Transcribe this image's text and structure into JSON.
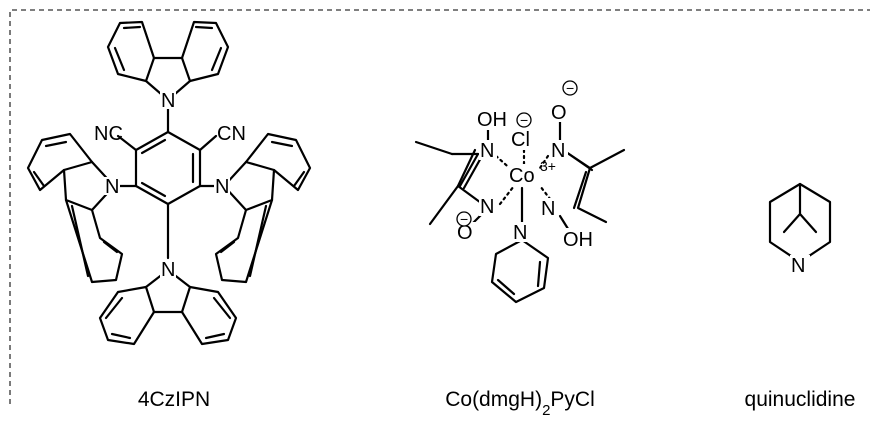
{
  "compounds": [
    {
      "name": "4CzIPN",
      "atoms": {
        "n": "N",
        "cn": "CN",
        "nc": "NC"
      }
    },
    {
      "name_main": "Co(dmgH)",
      "name_sub": "2",
      "name_tail": "PyCl",
      "atoms": {
        "co": "Co",
        "charge": "3+",
        "cl": "Cl",
        "n": "N",
        "o": "O",
        "oh": "OH",
        "ho": "OH",
        "minus": "−"
      }
    },
    {
      "name": "quinuclidine",
      "atoms": {
        "n": "N"
      }
    }
  ]
}
